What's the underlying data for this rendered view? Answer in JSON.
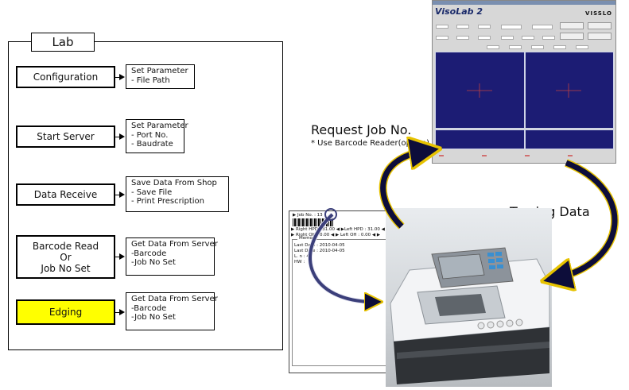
{
  "lab": {
    "title": "Lab"
  },
  "steps": [
    {
      "label_lines": [
        "Configuration"
      ],
      "note_lines": [
        "Set Parameter",
        "- File Path"
      ]
    },
    {
      "label_lines": [
        "Start Server"
      ],
      "note_lines": [
        "Set Parameter",
        "- Port No.",
        "- Baudrate"
      ]
    },
    {
      "label_lines": [
        "Data Receive"
      ],
      "note_lines": [
        "Save Data From Shop",
        "- Save File",
        "- Print Prescription"
      ]
    },
    {
      "label_lines": [
        "Barcode Read",
        "Or",
        "Job No Set"
      ],
      "note_lines": [
        "Get Data From Server",
        "-Barcode",
        "-Job No Set"
      ]
    },
    {
      "label_lines": [
        "Edging"
      ],
      "note_lines": [
        "Get Data From Server",
        "-Barcode",
        "-Job No Set"
      ],
      "highlight": "#ffff00"
    }
  ],
  "request": {
    "title": "Request Job No.",
    "subtitle": "* Use Barcode Reader(option)"
  },
  "tracing": {
    "title": "Tracing Data"
  },
  "software": {
    "logo": "VisoLab 2",
    "brand": "VISSLO"
  },
  "job_window": {
    "job_label": "▶ Job No. : 13",
    "right_line": "▶ Right HPD : 31.00 ◀  ▶Left HPD : 31.00 ◀  ▶           15.50 ◀",
    "right2_line": "▶ Right OH : 0.00 ◀  ▶ Left OH : 0.00 ◀  ▶",
    "memo_label": "Memo",
    "memo_lines": [
      "Last Date : 2010-04-05",
      "Last Date : 2010-04-05",
      "L. n : 46",
      "HW :"
    ]
  },
  "colors": {
    "arrow": "#0d0d3a",
    "highlight": "#ffff00",
    "screen": "#1c1c74"
  }
}
